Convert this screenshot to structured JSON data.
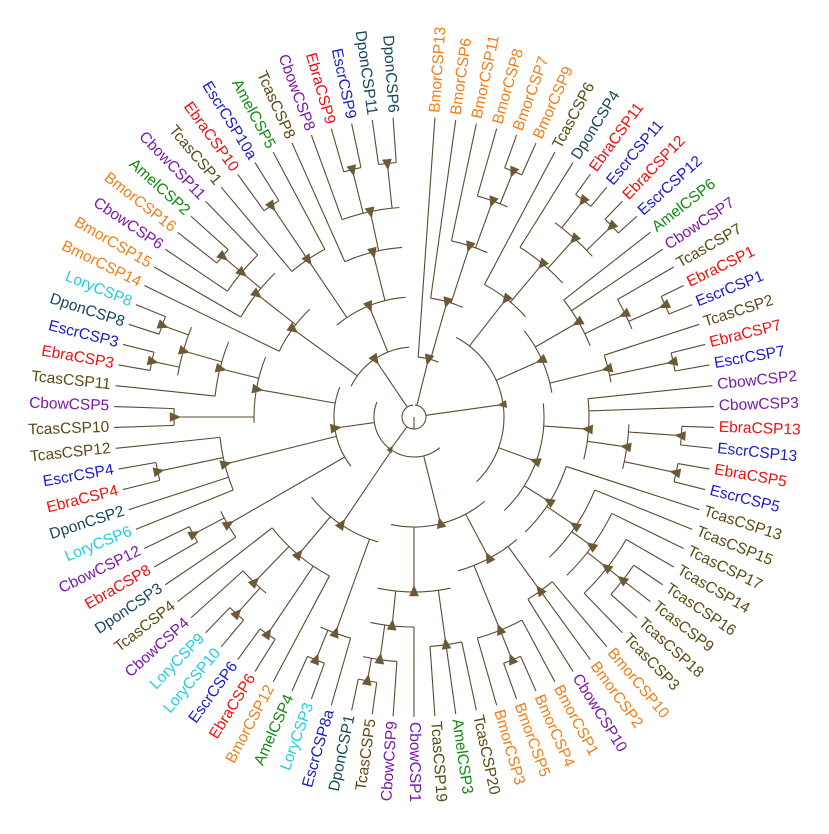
{
  "colors": {
    "Bmor": "#f07f1a",
    "Tcas": "#5c4a14",
    "Dpon": "#17465c",
    "Escr": "#1a1acc",
    "Ebra": "#ee1111",
    "Amel": "#138a13",
    "Cbow": "#7a1aa8",
    "Lory": "#1fcfe0",
    "branch": "#5a4a30",
    "marker": "#6b5a35"
  },
  "leaves": [
    {
      "label": "BmorCSP13",
      "group": "Bmor"
    },
    {
      "label": "BmorCSP6",
      "group": "Bmor"
    },
    {
      "label": "BmorCSP11",
      "group": "Bmor"
    },
    {
      "label": "BmorCSP8",
      "group": "Bmor"
    },
    {
      "label": "BmorCSP7",
      "group": "Bmor"
    },
    {
      "label": "BmorCSP9",
      "group": "Bmor"
    },
    {
      "label": "TcasCSP6",
      "group": "Tcas"
    },
    {
      "label": "DponCSP4",
      "group": "Dpon"
    },
    {
      "label": "EbraCSP11",
      "group": "Ebra"
    },
    {
      "label": "EscrCSP11",
      "group": "Escr"
    },
    {
      "label": "EbraCSP12",
      "group": "Ebra"
    },
    {
      "label": "EscrCSP12",
      "group": "Escr"
    },
    {
      "label": "AmelCSP6",
      "group": "Amel"
    },
    {
      "label": "CbowCSP7",
      "group": "Cbow"
    },
    {
      "label": "TcasCSP7",
      "group": "Tcas"
    },
    {
      "label": "EbraCSP1",
      "group": "Ebra"
    },
    {
      "label": "EscrCSP1",
      "group": "Escr"
    },
    {
      "label": "TcasCSP2",
      "group": "Tcas"
    },
    {
      "label": "EbraCSP7",
      "group": "Ebra"
    },
    {
      "label": "EscrCSP7",
      "group": "Escr"
    },
    {
      "label": "CbowCSP2",
      "group": "Cbow"
    },
    {
      "label": "CbowCSP3",
      "group": "Cbow"
    },
    {
      "label": "EbraCSP13",
      "group": "Ebra"
    },
    {
      "label": "EscrCSP13",
      "group": "Escr"
    },
    {
      "label": "EbraCSP5",
      "group": "Ebra"
    },
    {
      "label": "EscrCSP5",
      "group": "Escr"
    },
    {
      "label": "TcasCSP13",
      "group": "Tcas"
    },
    {
      "label": "TcasCSP15",
      "group": "Tcas"
    },
    {
      "label": "TcasCSP17",
      "group": "Tcas"
    },
    {
      "label": "TcasCSP14",
      "group": "Tcas"
    },
    {
      "label": "TcasCSP16",
      "group": "Tcas"
    },
    {
      "label": "TcasCSP9",
      "group": "Tcas"
    },
    {
      "label": "TcasCSP18",
      "group": "Tcas"
    },
    {
      "label": "TcasCSP3",
      "group": "Tcas"
    },
    {
      "label": "BmorCSP10",
      "group": "Bmor"
    },
    {
      "label": "BmorCSP2",
      "group": "Bmor"
    },
    {
      "label": "CbowCSP10",
      "group": "Cbow"
    },
    {
      "label": "BmorCSP1",
      "group": "Bmor"
    },
    {
      "label": "BmorCSP4",
      "group": "Bmor"
    },
    {
      "label": "BmorCSP5",
      "group": "Bmor"
    },
    {
      "label": "BmorCSP3",
      "group": "Bmor"
    },
    {
      "label": "TcasCSP20",
      "group": "Tcas"
    },
    {
      "label": "AmelCSP3",
      "group": "Amel"
    },
    {
      "label": "TcasCSP19",
      "group": "Tcas"
    },
    {
      "label": "CbowCSP1",
      "group": "Cbow"
    },
    {
      "label": "CbowCSP9",
      "group": "Cbow"
    },
    {
      "label": "TcasCSP5",
      "group": "Tcas"
    },
    {
      "label": "DponCSP1",
      "group": "Dpon"
    },
    {
      "label": "EscrCSP8a",
      "group": "Escr"
    },
    {
      "label": "LoryCSP3",
      "group": "Lory"
    },
    {
      "label": "AmelCSP4",
      "group": "Amel"
    },
    {
      "label": "BmorCSP12",
      "group": "Bmor"
    },
    {
      "label": "EbraCSP6",
      "group": "Ebra"
    },
    {
      "label": "EscrCSP6",
      "group": "Escr"
    },
    {
      "label": "LoryCSP10",
      "group": "Lory"
    },
    {
      "label": "LoryCSP9",
      "group": "Lory"
    },
    {
      "label": "CbowCSP4",
      "group": "Cbow"
    },
    {
      "label": "TcasCSP4",
      "group": "Tcas"
    },
    {
      "label": "DponCSP3",
      "group": "Dpon"
    },
    {
      "label": "EbraCSP8",
      "group": "Ebra"
    },
    {
      "label": "CbowCSP12",
      "group": "Cbow"
    },
    {
      "label": "LoryCSP6",
      "group": "Lory"
    },
    {
      "label": "DponCSP2",
      "group": "Dpon"
    },
    {
      "label": "EbraCSP4",
      "group": "Ebra"
    },
    {
      "label": "EscrCSP4",
      "group": "Escr"
    },
    {
      "label": "TcasCSP12",
      "group": "Tcas"
    },
    {
      "label": "TcasCSP10",
      "group": "Tcas"
    },
    {
      "label": "CbowCSP5",
      "group": "Cbow"
    },
    {
      "label": "TcasCSP11",
      "group": "Tcas"
    },
    {
      "label": "EbraCSP3",
      "group": "Ebra"
    },
    {
      "label": "EscrCSP3",
      "group": "Escr"
    },
    {
      "label": "DponCSP8",
      "group": "Dpon"
    },
    {
      "label": "LoryCSP8",
      "group": "Lory"
    },
    {
      "label": "BmorCSP14",
      "group": "Bmor"
    },
    {
      "label": "BmorCSP15",
      "group": "Bmor"
    },
    {
      "label": "CbowCSP6",
      "group": "Cbow"
    },
    {
      "label": "BmorCSP16",
      "group": "Bmor"
    },
    {
      "label": "AmelCSP2",
      "group": "Amel"
    },
    {
      "label": "CbowCSP11",
      "group": "Cbow"
    },
    {
      "label": "TcasCSP1",
      "group": "Tcas"
    },
    {
      "label": "EbraCSP10",
      "group": "Ebra"
    },
    {
      "label": "EscrCSP10a",
      "group": "Escr"
    },
    {
      "label": "AmelCSP5",
      "group": "Amel"
    },
    {
      "label": "TcasCSP8",
      "group": "Tcas"
    },
    {
      "label": "CbowCSP8",
      "group": "Cbow"
    },
    {
      "label": "EbraCSP9",
      "group": "Ebra"
    },
    {
      "label": "EscrCSP9",
      "group": "Escr"
    },
    {
      "label": "DponCSP11",
      "group": "Dpon"
    },
    {
      "label": "DponCSP6",
      "group": "Dpon"
    }
  ]
}
